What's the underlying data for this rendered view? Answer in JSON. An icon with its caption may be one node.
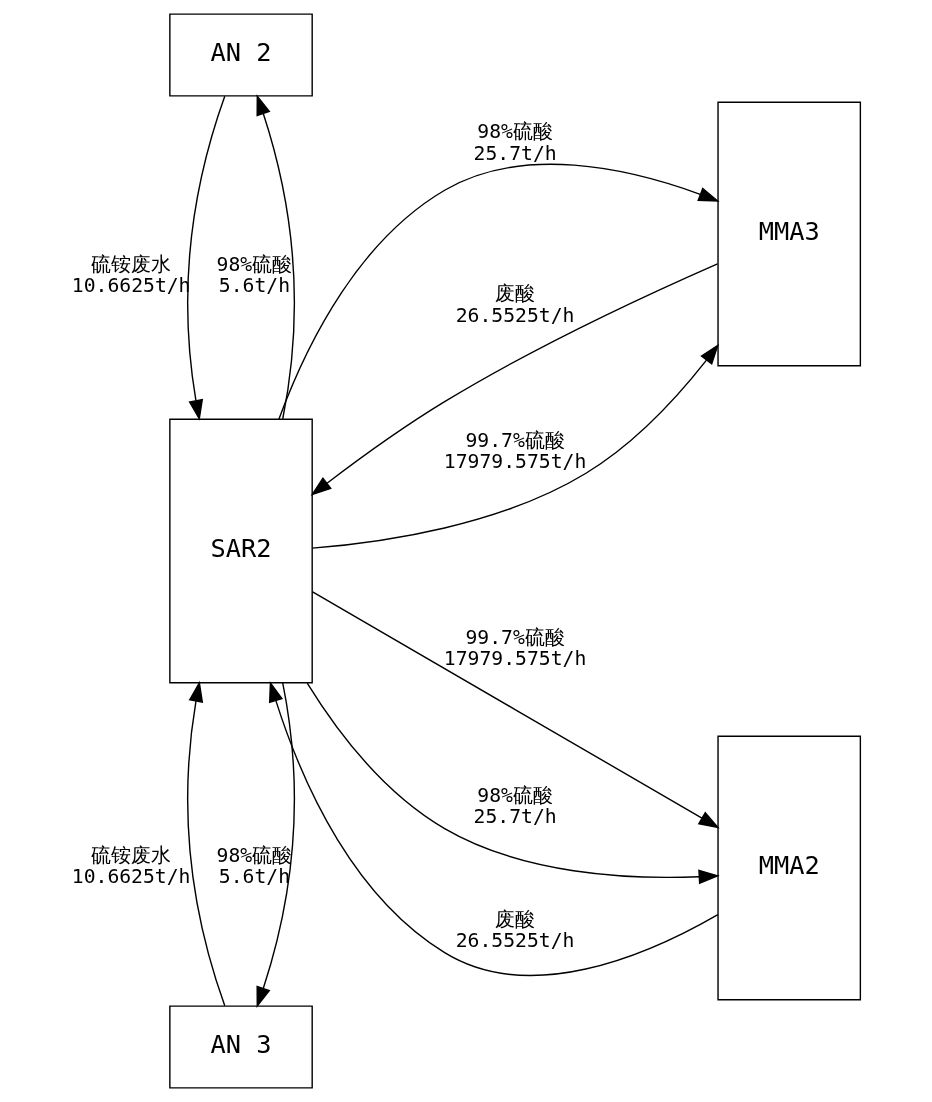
{
  "diagram": {
    "nodes": [
      {
        "text": [
          "AN 3"
        ]
      },
      {
        "text": [
          "MMA3"
        ]
      },
      {
        "text": [
          "SAR2"
        ]
      },
      {
        "text": [
          "MMA2"
        ]
      },
      {
        "text": [
          "AN 2"
        ]
      }
    ],
    "edges": [
      {
        "from": 2,
        "to": 0,
        "arrow": "to",
        "label": "98%硫酸 5.6t/h"
      },
      {
        "from": 0,
        "to": 2,
        "arrow": "to",
        "label": "硫铵废水 10.6625t/h"
      },
      {
        "from": 2,
        "to": 1,
        "arrow": "to",
        "label": "99.7%硫酸 17979.575t/h"
      },
      {
        "from": 2,
        "to": 1,
        "arrow": "to",
        "label": "98%硫酸 25.7t/h"
      },
      {
        "from": 1,
        "to": 2,
        "arrow": "to",
        "label": "废酸 26.5525t/h"
      },
      {
        "from": 2,
        "to": 3,
        "arrow": "to",
        "label": "99.7%硫酸 17979.575t/h"
      },
      {
        "from": 2,
        "to": 3,
        "arrow": "to",
        "label": "98%硫酸 25.7t/h"
      },
      {
        "from": 3,
        "to": 2,
        "arrow": "to",
        "label": "废酸 26.5525t/h"
      },
      {
        "from": 2,
        "to": 4,
        "arrow": "to",
        "label": "98%硫酸 5.6t/h"
      },
      {
        "from": 4,
        "to": 2,
        "arrow": "to",
        "label": "硫铵废水 10.6625t/h"
      }
    ]
  }
}
